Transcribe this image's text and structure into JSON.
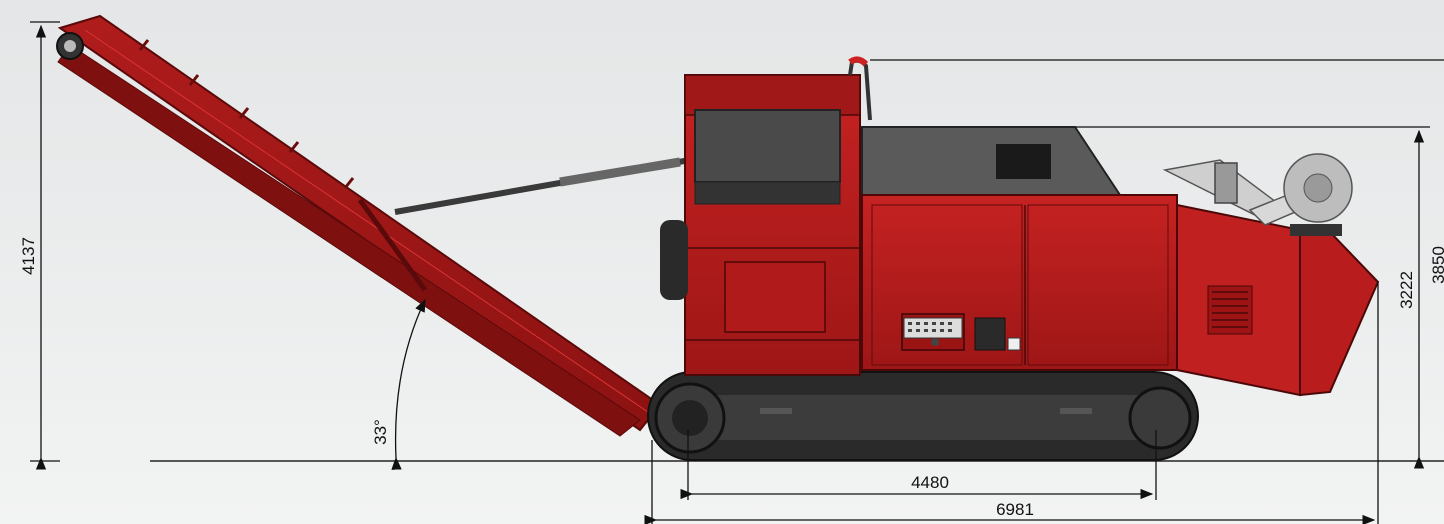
{
  "drawing": {
    "dimensions": {
      "conveyor_height": "4137",
      "machine_height": "3222",
      "overall_height_partial": "3850",
      "track_length": "4480",
      "overall_length": "6981",
      "conveyor_angle": "33°"
    },
    "colors": {
      "body_red": "#b81c1c",
      "dark_red": "#7e1010",
      "hood_grey": "#5a5a5a",
      "track_dark": "#2a2a2a",
      "dimension_line": "#111111"
    }
  }
}
